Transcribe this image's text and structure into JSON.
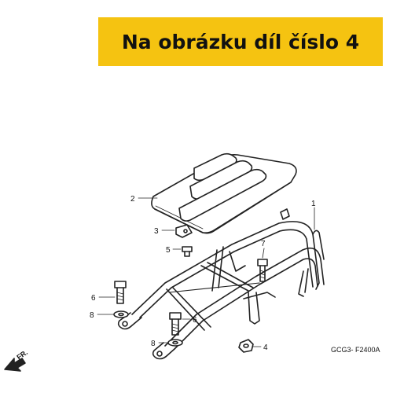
{
  "banner": {
    "text": "Na obrázku díl číslo 4"
  },
  "diagram": {
    "figure_code": "GCG3- F2400A",
    "direction_label": "FR.",
    "callouts": [
      "2",
      "1",
      "3",
      "5",
      "7",
      "6",
      "8",
      "6",
      "8",
      "4"
    ]
  },
  "colors": {
    "banner": "#f5c311",
    "text": "#111111",
    "line": "#222222"
  }
}
